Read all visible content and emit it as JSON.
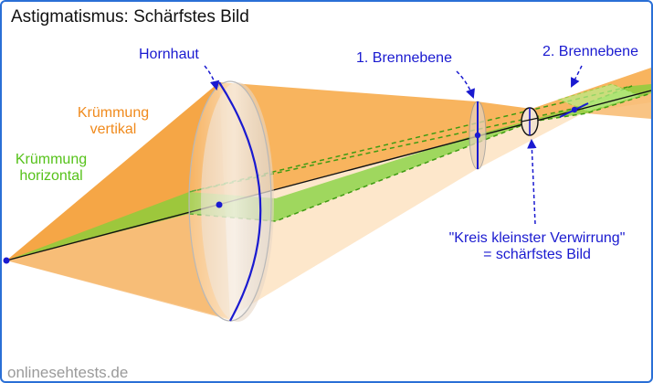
{
  "title": "Astigmatismus: Schärfstes Bild",
  "labels": {
    "cornea": "Hornhaut",
    "focal_plane_1": "1. Brennebene",
    "focal_plane_2": "2. Brennebene",
    "curvature_vertical_line1": "Krümmung",
    "curvature_vertical_line2": "vertikal",
    "curvature_horizontal_line1": "Krümmung",
    "curvature_horizontal_line2": "horizontal",
    "circle_line1": "\"Kreis kleinster Verwirrung\"",
    "circle_line2": "= schärfstes Bild"
  },
  "watermark": "onlinesehtests.de",
  "colors": {
    "vertical_curvature": "#f08a1c",
    "horizontal_curvature": "#56c21a",
    "annotation": "#1a1ad0",
    "frame": "#2a6fd6"
  }
}
